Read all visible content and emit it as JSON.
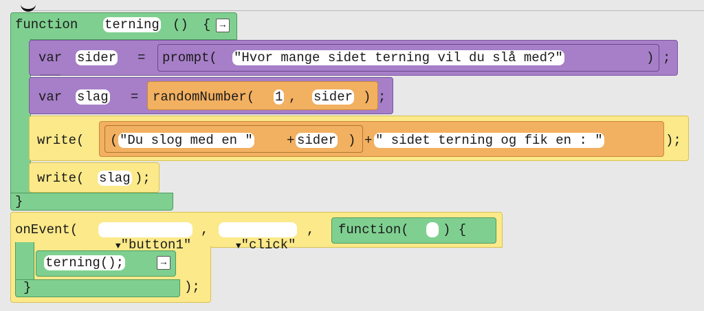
{
  "block1": {
    "keyword": "function",
    "name": "terning",
    "params": "()",
    "open": "{",
    "close": "}",
    "toggle": "→",
    "line1": {
      "var_kw": "var",
      "var_name": "sider",
      "eq": "=",
      "func": "prompt(",
      "arg": "\"Hvor mange sidet terning vil du slå med?\"",
      "close": ")",
      "semi": ";"
    },
    "line2": {
      "var_kw": "var",
      "var_name": "slag",
      "eq": "=",
      "func": "randomNumber(",
      "arg1": "1",
      "comma": ",",
      "arg2": "sider",
      "close": ")",
      "semi": ";"
    },
    "line3": {
      "func": "write(",
      "open_paren": "(",
      "str1": "\"Du slog med en \"",
      "plus1": "+",
      "var": "sider",
      "close_inner": ")",
      "plus2": "+",
      "str2": "\" sidet terning og fik en : \"",
      "close": ");"
    },
    "line4": {
      "func": "write(",
      "arg": "slag",
      "close": ");"
    }
  },
  "block2": {
    "func": "onEvent(",
    "dropdown_arrow": "▼",
    "arg1": "\"button1\"",
    "comma1": ",",
    "arg2": "\"click\"",
    "comma2": ",",
    "callback_kw": "function(",
    "callback_close": ") {",
    "inner_call": "terning();",
    "inner_toggle": "→",
    "close_brace": "}",
    "close": ");"
  }
}
